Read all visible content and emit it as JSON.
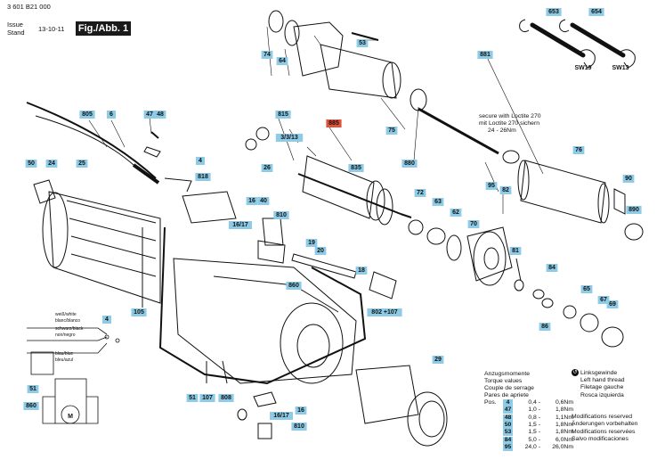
{
  "header": {
    "doc_number": "3 601 B21 000",
    "issue_label": "Issue",
    "stand_label": "Stand",
    "date": "13-10-11",
    "figure": "Fig./Abb. 1"
  },
  "loctite_note": [
    "secure with Loctite 270",
    "mit Loctite 270 sichern",
    "24 - 26Nm"
  ],
  "torque": {
    "titles": [
      "Anzugsmomente",
      "Torque values",
      "Couple de serrage",
      "Pares de apriete"
    ],
    "pos_label": "Pos.",
    "rows": [
      {
        "pos": "4",
        "a": "0,4",
        "b": "0,6Nm"
      },
      {
        "pos": "47",
        "a": "1,0",
        "b": "1,8Nm"
      },
      {
        "pos": "48",
        "a": "0,8",
        "b": "1,1Nm"
      },
      {
        "pos": "50",
        "a": "1,5",
        "b": "1,8Nm"
      },
      {
        "pos": "53",
        "a": "1,5",
        "b": "1,8Nm"
      },
      {
        "pos": "84",
        "a": "5,0",
        "b": "6,0Nm"
      },
      {
        "pos": "95",
        "a": "24,0",
        "b": "26,0Nm"
      }
    ]
  },
  "left_hand": [
    "Linksgewinde",
    "Left hand thread",
    "Filetage gauche",
    "Rosca izquierda"
  ],
  "modifications": [
    "Modifications reserved",
    "Änderungen vorbehalten",
    "Modifications reservées",
    "Salvo modificaciones"
  ],
  "wiring_labels": [
    "weiß/white",
    "blanc/blanco",
    "schwarz/black",
    "noir/negro",
    "blau/blue",
    "bleu/azul"
  ],
  "callouts": [
    "653",
    "654",
    "SW19",
    "SW13",
    "881",
    "74",
    "64",
    "53",
    "805",
    "6",
    "47",
    "48",
    "815",
    "3/3/13",
    "885",
    "26",
    "835",
    "880",
    "75",
    "76",
    "50",
    "24",
    "25",
    "4",
    "818",
    "16",
    "40",
    "16/17",
    "810",
    "72",
    "63",
    "62",
    "70",
    "90",
    "890",
    "95",
    "82",
    "18",
    "19",
    "20",
    "860",
    "802 +107",
    "81",
    "84",
    "65",
    "67",
    "69",
    "105",
    "86",
    "29",
    "51",
    "107",
    "808",
    "16/17",
    "16",
    "810",
    "4",
    "51",
    "860",
    "M"
  ],
  "colors": {
    "callout_bg": "#8ecbe6",
    "highlight_bg": "#e0533a",
    "ink": "#111111"
  }
}
